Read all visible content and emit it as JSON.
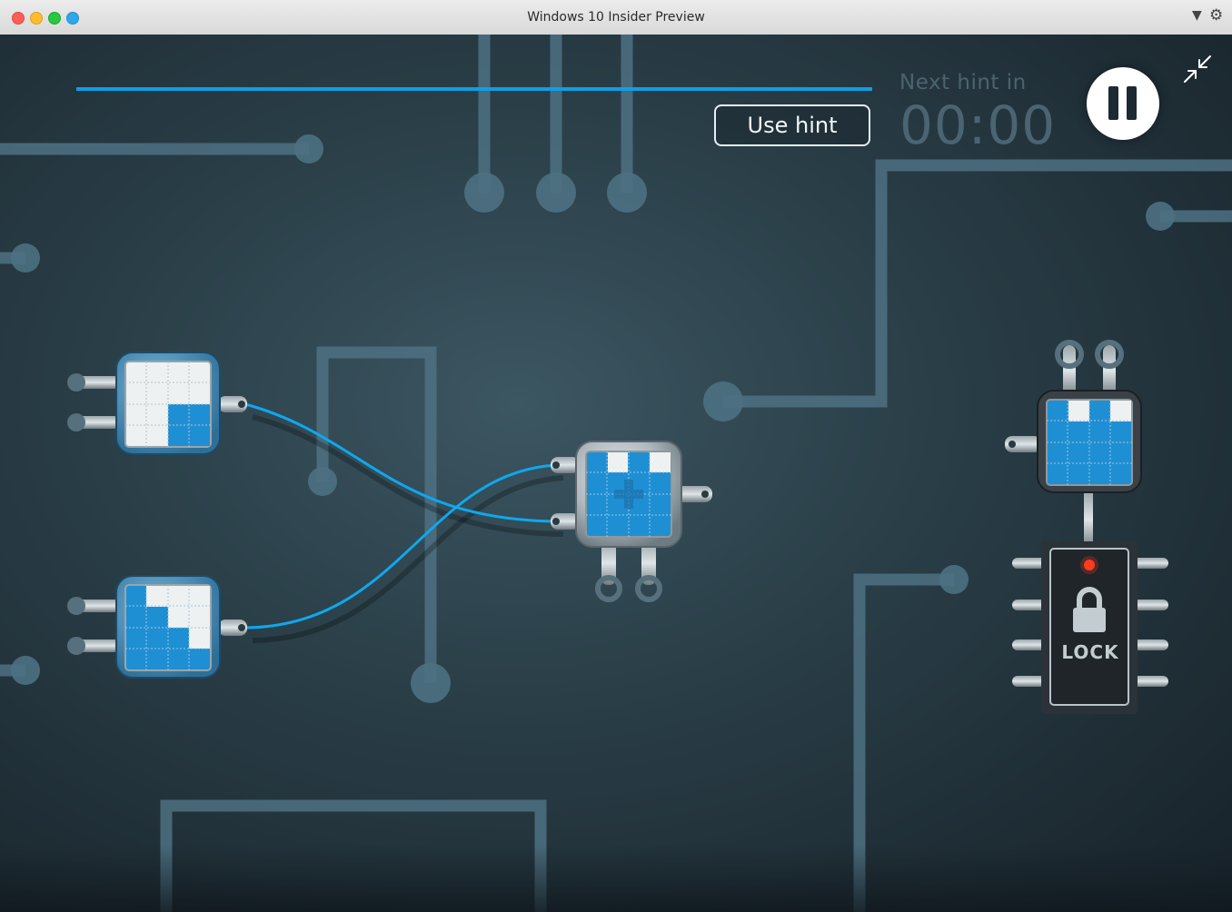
{
  "window": {
    "title": "Windows 10 Insider Preview"
  },
  "colors": {
    "accent": "#0d9fe3",
    "tile_blue": "#1f8fd4",
    "circuit": "#4e7384",
    "background": "#2b4049"
  },
  "hud": {
    "progress_fraction": 1.0,
    "use_hint_label": "Use hint",
    "next_hint_label": "Next hint in",
    "timer": "00:00",
    "pause_icon": "pause-icon",
    "shrink_icon": "collapse-arrows-icon"
  },
  "lock": {
    "label": "LOCK",
    "icon": "padlock-icon",
    "led": "red"
  }
}
